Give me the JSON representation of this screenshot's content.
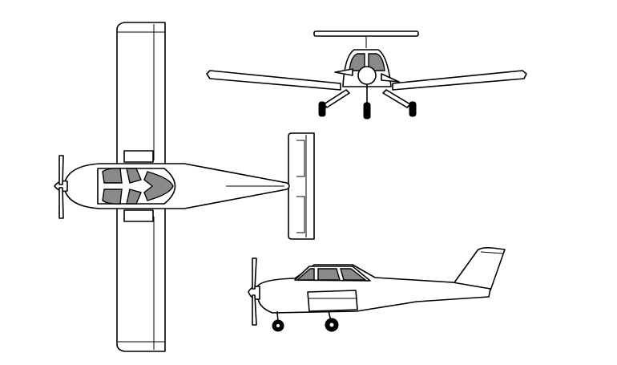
{
  "drawing": {
    "views": [
      {
        "view": "top"
      },
      {
        "view": "front"
      },
      {
        "view": "side"
      }
    ]
  },
  "colors": {
    "line": "#000000",
    "background": "#ffffff",
    "canopy_glass": "#8a8a8a"
  }
}
